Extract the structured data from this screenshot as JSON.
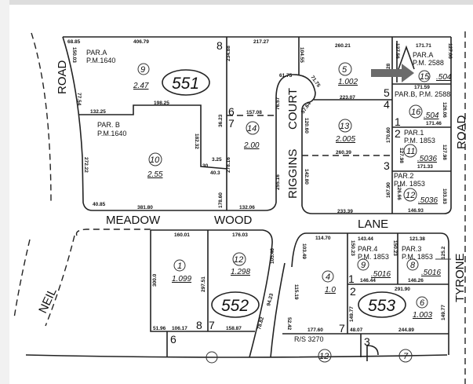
{
  "roads": {
    "neil_road_top": "ROAD",
    "neil": "NEIL",
    "meadow": "MEADOW",
    "wood": "WOOD",
    "lane": "LANE",
    "riggins": "RIGGINS",
    "court": "COURT",
    "tyrone": "TYRONE",
    "tyrone_road": "ROAD"
  },
  "books": [
    "551",
    "552",
    "553"
  ],
  "parcels": [
    {
      "lot": "9",
      "acres": "2.47"
    },
    {
      "lot": "10",
      "acres": "2.55"
    },
    {
      "lot": "14",
      "acres": "2.00"
    },
    {
      "lot": "5",
      "acres": "1.002"
    },
    {
      "lot": "13",
      "acres": "2.005"
    },
    {
      "lot": "15",
      "acres": ".504"
    },
    {
      "lot": "16",
      "acres": ".504"
    },
    {
      "lot": "11",
      "acres": ".5036"
    },
    {
      "lot": "12",
      "acres": ".5036"
    },
    {
      "lot": "1",
      "acres": "1.099"
    },
    {
      "lot": "12",
      "acres": "1.298"
    },
    {
      "lot": "4",
      "acres": "1.0"
    },
    {
      "lot": "9",
      "acres": ".5016"
    },
    {
      "lot": "8",
      "acres": ".5016"
    },
    {
      "lot": "6",
      "acres": "1.003"
    },
    {
      "lot": "12",
      "acres": ""
    },
    {
      "lot": "7",
      "acres": ""
    }
  ],
  "parcel_maps": {
    "par_a_1640": [
      "PAR.A",
      "P.M.1640"
    ],
    "par_b_1640": [
      "PAR. B",
      "P.M.1640"
    ],
    "par_a_2588": [
      "PAR.A",
      "P.M. 2588"
    ],
    "par_b_2588": "PAR.B, P.M. 2588",
    "par_1_1853": [
      "PAR.1",
      "P.M. 1853"
    ],
    "par_2_1853": [
      "PAR.2",
      "P.M. 1853"
    ],
    "par_4_1853": [
      "PAR.4",
      "P.M. 1853"
    ],
    "par_3_1853": [
      "PAR.3",
      "P.M. 1853"
    ],
    "rs": "R/S 3270"
  },
  "block_numbers": [
    "8",
    "6",
    "7",
    "5",
    "4",
    "1",
    "2",
    "3",
    "8",
    "7",
    "6",
    "1",
    "2",
    "7",
    "3"
  ],
  "dimensions": {
    "top": [
      "68.85",
      "406.79",
      "217.27",
      "260.21",
      "171.71"
    ],
    "left": [
      "150.03",
      "77.54",
      "132.25",
      "198.25",
      "182.32",
      "272.22",
      "40.85",
      "381.80",
      "234.88",
      "36.23",
      "278.16",
      "178.60",
      "3.25",
      "40.3",
      "30"
    ],
    "court": [
      "157.08",
      "76.57",
      "255.16",
      "132.06",
      "104.55",
      "61.75",
      "71.75",
      "57.64",
      "120.60",
      "142.80",
      "223.07",
      "260.39",
      "233.39",
      "170.60",
      "167.90"
    ],
    "right": [
      "127.56",
      "28",
      "127.06",
      "171.59",
      "126.06",
      "171.46",
      "127.98",
      "171.33",
      "126.66",
      "103.83",
      "146.93",
      "127.98"
    ],
    "lower": [
      "160.01",
      "176.03",
      "300.0",
      "297.51",
      "51.96",
      "106.17",
      "158.87",
      "105.46",
      "94.23",
      "78.82",
      "114.70",
      "103.49",
      "115.19",
      "52.42",
      "177.60",
      "143.44",
      "121.38",
      "150.23",
      "150.23",
      "146.44",
      "146.26",
      "125.2",
      "291.90",
      "149.77",
      "149.77",
      "48.07",
      "244.89"
    ]
  },
  "colors": {
    "ink": "#222222",
    "arrow": "#6b6b6b",
    "paper": "#ffffff"
  },
  "arrow_icon": "highlight-arrow-pointing-to-parcel-15"
}
